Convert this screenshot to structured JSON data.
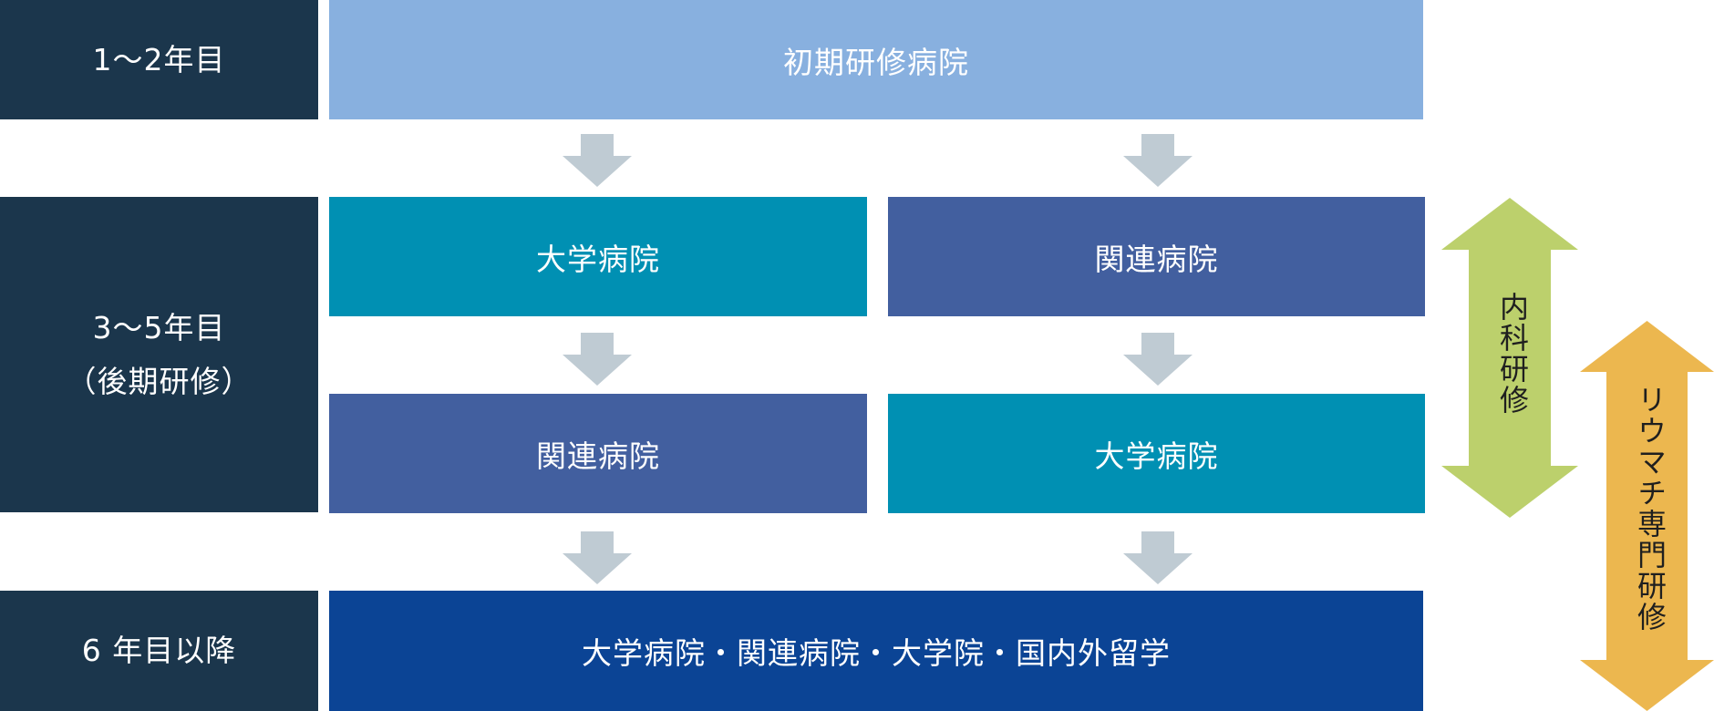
{
  "periods": {
    "year1_2": "1～2年目",
    "year3_5_line1": "3～5年目",
    "year3_5_line2": "（後期研修）",
    "year6": "6 年目以降"
  },
  "boxes": {
    "initial": "初期研修病院",
    "left_upper": "大学病院",
    "right_upper": "関連病院",
    "left_lower": "関連病院",
    "right_lower": "大学病院",
    "final": "大学病院・関連病院・大学院・国内外留学"
  },
  "side_arrows": {
    "internal_medicine": "内科研修",
    "rheumatology": "リウマチ専門研修"
  },
  "colors": {
    "period_bg": "#1b364c",
    "initial_bg": "#88b0df",
    "univ_bg": "#0090b3",
    "affil_bg": "#425f9f",
    "final_bg": "#0b4495",
    "flow_arrow": "#bfcbd3",
    "internal_arrow": "#bcd06c",
    "rheum_arrow": "#ecb74f"
  }
}
